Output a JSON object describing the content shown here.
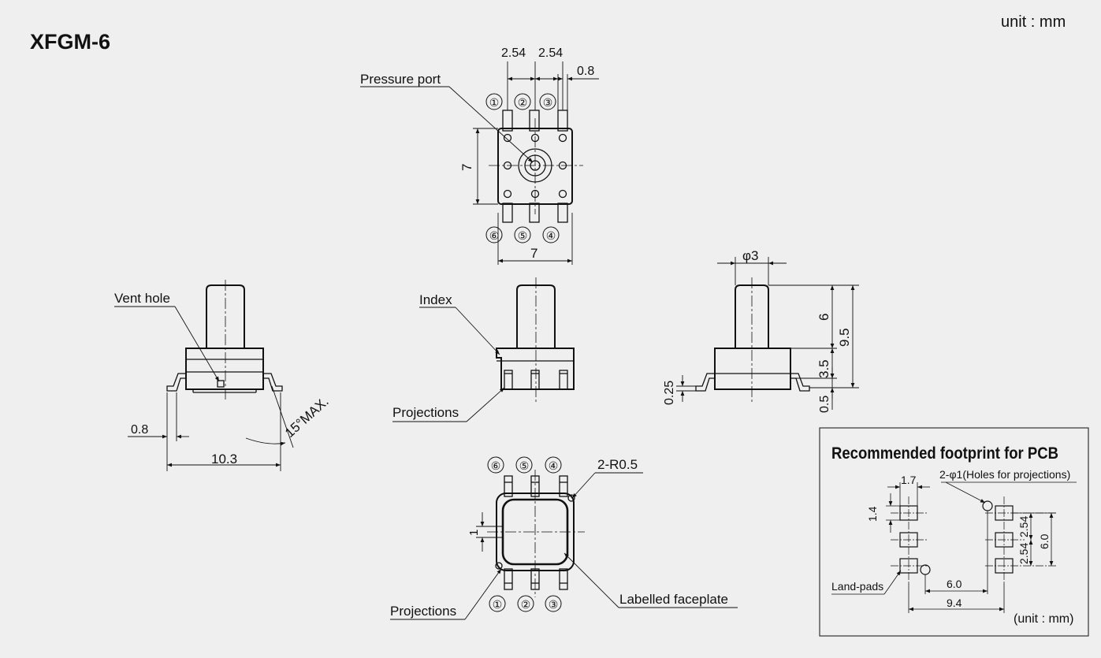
{
  "title": "XFGM-6",
  "unit_label": "unit : mm",
  "top_view": {
    "dims": {
      "pitch_a": "2.54",
      "pitch_b": "2.54",
      "lead_width": "0.8",
      "height": "7",
      "width": "7"
    },
    "pressure_port_label": "Pressure port",
    "pins_top": [
      "①",
      "②",
      "③"
    ],
    "pins_bottom": [
      "⑥",
      "⑤",
      "④"
    ]
  },
  "left_side_view": {
    "vent_hole_label": "Vent hole",
    "lead_width": "0.8",
    "span": "10.3",
    "angle": "15°MAX."
  },
  "front_view": {
    "index_label": "Index",
    "projections_label": "Projections"
  },
  "right_side_view": {
    "port_diameter": "φ3",
    "port_height": "6",
    "total_height": "9.5",
    "body_height": "3.5",
    "lead_thickness": "0.25",
    "standoff": "0.5"
  },
  "bottom_view": {
    "pins_top": [
      "⑥",
      "⑤",
      "④"
    ],
    "pins_bottom": [
      "①",
      "②",
      "③"
    ],
    "radius_label": "2-R0.5",
    "dim_1": "1",
    "projections_label": "Projections",
    "faceplate_label": "Labelled faceplate"
  },
  "footprint": {
    "title": "Recommended footprint for PCB",
    "pad_width": "1.7",
    "pad_height": "1.4",
    "holes_label": "2-φ1(Holes for projections)",
    "pitch_a": "2.54",
    "pitch_b": "2.54",
    "row_span": "6.0",
    "inner_span": "6.0",
    "outer_span": "9.4",
    "land_pads_label": "Land-pads",
    "unit_label": "(unit : mm)"
  }
}
